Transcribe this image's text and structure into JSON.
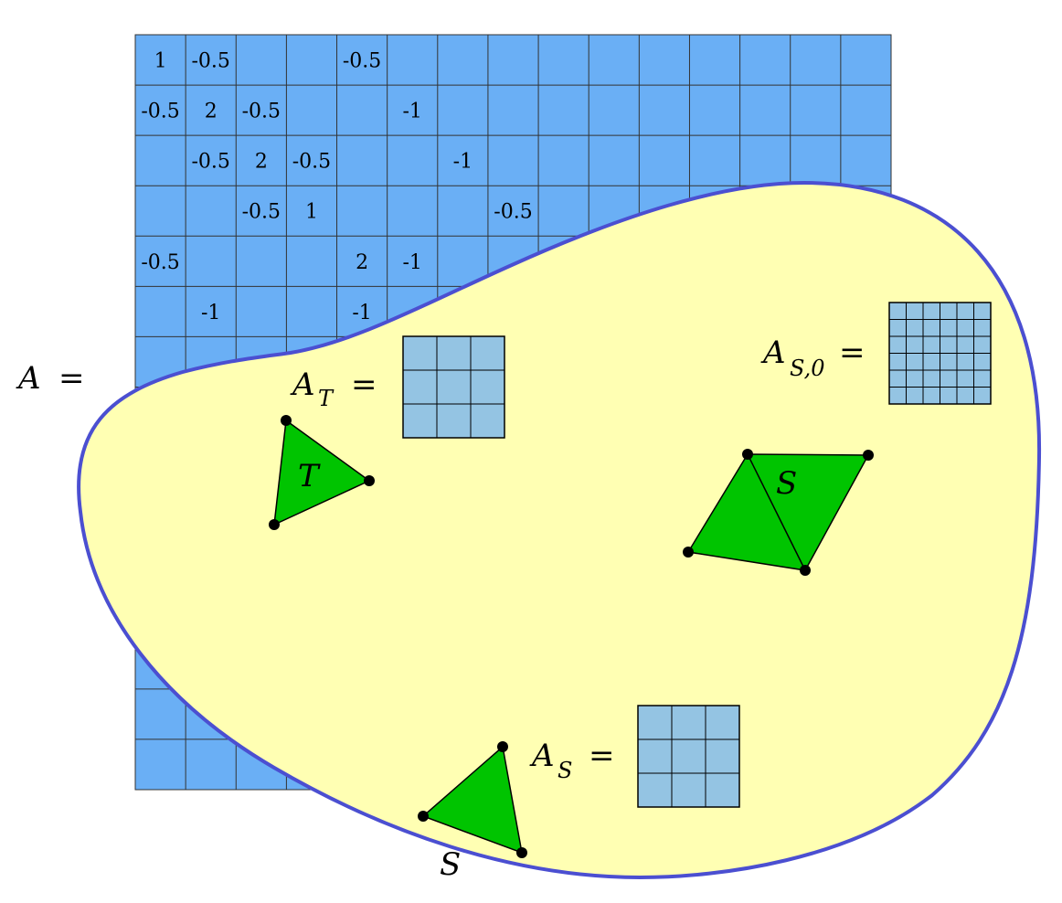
{
  "matrix": {
    "label": "A",
    "equals": "=",
    "rows": 15,
    "cols": 15,
    "entries": [
      {
        "r": 0,
        "c": 0,
        "v": "1"
      },
      {
        "r": 0,
        "c": 1,
        "v": "-0.5"
      },
      {
        "r": 0,
        "c": 4,
        "v": "-0.5"
      },
      {
        "r": 1,
        "c": 0,
        "v": "-0.5"
      },
      {
        "r": 1,
        "c": 1,
        "v": "2"
      },
      {
        "r": 1,
        "c": 2,
        "v": "-0.5"
      },
      {
        "r": 1,
        "c": 5,
        "v": "-1"
      },
      {
        "r": 2,
        "c": 1,
        "v": "-0.5"
      },
      {
        "r": 2,
        "c": 2,
        "v": "2"
      },
      {
        "r": 2,
        "c": 3,
        "v": "-0.5"
      },
      {
        "r": 2,
        "c": 6,
        "v": "-1"
      },
      {
        "r": 3,
        "c": 2,
        "v": "-0.5"
      },
      {
        "r": 3,
        "c": 3,
        "v": "1"
      },
      {
        "r": 3,
        "c": 7,
        "v": "-0.5"
      },
      {
        "r": 4,
        "c": 0,
        "v": "-0.5"
      },
      {
        "r": 4,
        "c": 4,
        "v": "2"
      },
      {
        "r": 4,
        "c": 5,
        "v": "-1"
      },
      {
        "r": 5,
        "c": 1,
        "v": "-1"
      },
      {
        "r": 5,
        "c": 4,
        "v": "-1"
      }
    ]
  },
  "submatrices": {
    "a_t": {
      "base": "A",
      "sub": "T",
      "equals": "=",
      "size": 3
    },
    "a_s0": {
      "base": "A",
      "sub": "S,0",
      "equals": "=",
      "size": 6
    },
    "a_s": {
      "base": "A",
      "sub": "S",
      "equals": "=",
      "size": 3
    }
  },
  "elements": {
    "t_label": "T",
    "s_interior_label": "S",
    "s_boundary_label": "S"
  },
  "colors": {
    "matrix_fill": "#6aaff5",
    "domain_fill": "#ffffb3",
    "domain_stroke": "#4b4fd1",
    "element_fill": "#00c400",
    "submatrix_fill": "#94c4e3"
  }
}
